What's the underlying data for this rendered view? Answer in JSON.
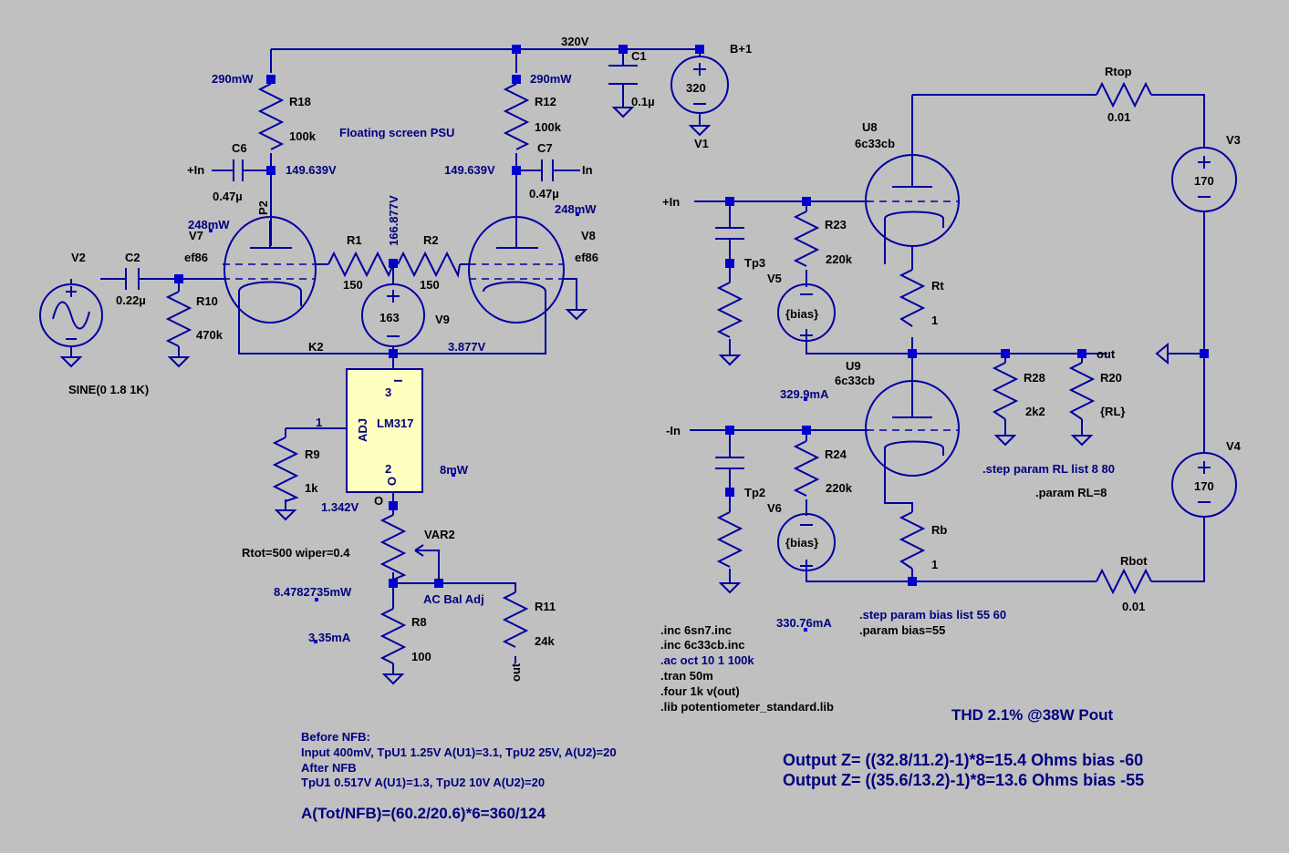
{
  "labels": {
    "w320v": "320V",
    "bplus": "B+1",
    "c1": "C1",
    "c1val": "0.1µ",
    "v1val": "320",
    "v1": "V1",
    "p290a": "290mW",
    "r18": "R18",
    "r18val": "100k",
    "floating": "Floating screen PSU",
    "p290b": "290mW",
    "r12": "R12",
    "r12val": "100k",
    "c6": "C6",
    "inL": "+In",
    "v149a": "149.639V",
    "c6val": "0.47µ",
    "p2": "P2",
    "v149b": "149.639V",
    "c7": "C7",
    "inR": "In",
    "c7val": "0.47µ",
    "p248a": "248mW",
    "v7": "V7",
    "ef86a": "ef86",
    "r1": "R1",
    "r1val": "150",
    "v166": "166.877V",
    "r2": "R2",
    "r2val": "150",
    "p248b": "248mW",
    "v8": "V8",
    "ef86b": "ef86",
    "v9val": "163",
    "v9": "V9",
    "v2": "V2",
    "c2": "C2",
    "c2val": "0.22µ",
    "r10": "R10",
    "r10val": "470k",
    "sine": "SINE(0 1.8 1K)",
    "k2": "K2",
    "v3877": "3.877V",
    "lm_i": "I",
    "lm3": "3",
    "lm_adj": "ADJ",
    "lm317": "LM317",
    "lm2": "2",
    "lm_o": "O",
    "n1": "1",
    "r9": "R9",
    "r9val": "1k",
    "p8mw": "8mW",
    "o": "O",
    "v1342": "1.342V",
    "var2": "VAR2",
    "rtot": "Rtot=500 wiper=0.4",
    "p8478": "8.4782735mW",
    "acbal": "AC Bal Adj",
    "r11": "R11",
    "r11val": "24k",
    "i335": "3.35mA",
    "r8": "R8",
    "r8val": "100",
    "out1": "out",
    "inc1": ".inc 6sn7.inc",
    "inc2": ".inc 6c33cb.inc",
    "ac": ".ac oct 10 1 100k",
    "tran": ".tran 50m",
    "four": ".four 1k v(out)",
    "lib": ".lib potentiometer_standard.lib",
    "before": "Before NFB:",
    "input400": "Input 400mV, TpU1 1.25V A(U1)=3.1, TpU2 25V, A(U2)=20",
    "after": "After NFB",
    "tpu1": "TpU1 0.517V A(U1)=1.3, TpU2 10V A(U2)=20",
    "atot": "A(Tot/NFB)=(60.2/20.6)*6=360/124",
    "u8": "U8",
    "u8t": "6c33cb",
    "inP": "+In",
    "r23": "R23",
    "r23val": "220k",
    "tp3": "Tp3",
    "v5": "V5",
    "bias1": "{bias}",
    "rt": "Rt",
    "rtval": "1",
    "rtop": "Rtop",
    "rtopval": "0.01",
    "v3": "V3",
    "v3val": "170",
    "u9": "U9",
    "u9t": "6c33cb",
    "i329": "329.9mA",
    "r28": "R28",
    "r28val": "2k2",
    "r20": "R20",
    "r20val": "{RL}",
    "out2": "out",
    "inN": "-In",
    "r24": "R24",
    "r24val": "220k",
    "tp2": "Tp2",
    "v6": "V6",
    "bias2": "{bias}",
    "rb": "Rb",
    "rbval": "1",
    "step1": ".step param RL list 8 80",
    "param1": ".param RL=8",
    "v4": "V4",
    "v4val": "170",
    "rbot": "Rbot",
    "rbotval": "0.01",
    "i330": "330.76mA",
    "step2": ".step param bias list 55 60",
    "param2": ".param bias=55",
    "thd": "THD 2.1% @38W Pout",
    "z1": "Output Z= ((32.8/11.2)-1)*8=15.4 Ohms bias -60",
    "z2": "Output Z= ((35.6/13.2)-1)*8=13.6 Ohms bias -55"
  }
}
